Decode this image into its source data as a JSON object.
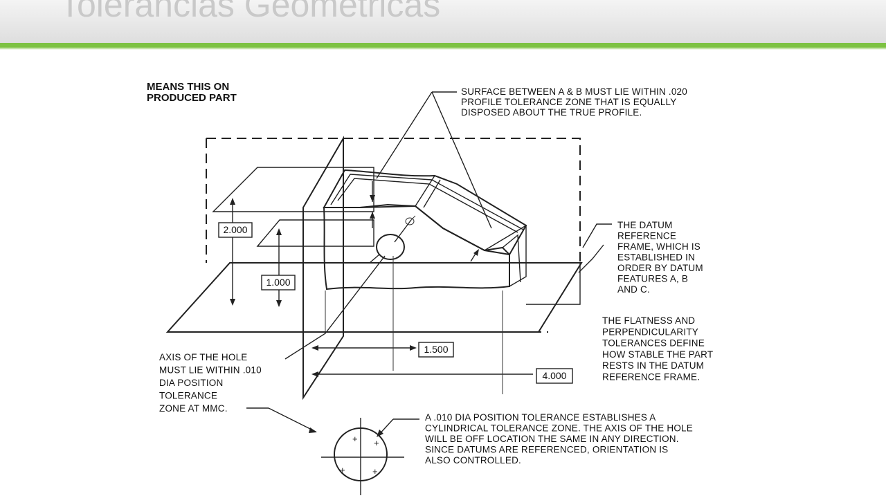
{
  "header": {
    "title": "Tolerancias Geométricas",
    "accent_color": "#7dc242",
    "background_color": "#e6e6e6"
  },
  "diagram": {
    "heading_lines": [
      "MEANS THIS ON",
      "PRODUCED PART"
    ],
    "profile_note_lines": [
      "SURFACE BETWEEN A & B MUST LIE WITHIN .020",
      "PROFILE TOLERANCE ZONE THAT IS EQUALLY",
      "DISPOSED ABOUT THE TRUE PROFILE."
    ],
    "datum_frame_note_lines": [
      "THE DATUM",
      "REFERENCE",
      "FRAME, WHICH IS",
      "ESTABLISHED IN",
      "ORDER BY DATUM",
      "FEATURES A, B",
      "AND C."
    ],
    "flatness_note_lines": [
      "THE FLATNESS AND",
      "PERPENDICULARITY",
      "TOLERANCES DEFINE",
      "HOW STABLE THE PART",
      "RESTS IN THE DATUM",
      "REFERENCE FRAME."
    ],
    "hole_axis_note_lines": [
      "AXIS OF THE HOLE",
      "MUST LIE WITHIN .010",
      "DIA POSITION",
      "TOLERANCE",
      "ZONE AT MMC."
    ],
    "position_note_lines": [
      "A .010 DIA POSITION TOLERANCE  ESTABLISHES A",
      "CYLINDRICAL TOLERANCE ZONE.  THE AXIS OF THE HOLE",
      "WILL BE OFF LOCATION THE SAME IN ANY DIRECTION.",
      "SINCE DATUMS ARE REFERENCED, ORIENTATION  IS",
      "ALSO CONTROLLED."
    ],
    "dimensions": {
      "height_2000": "2.000",
      "height_1000": "1.000",
      "width_1500": "1.500",
      "width_4000": "4.000"
    }
  }
}
